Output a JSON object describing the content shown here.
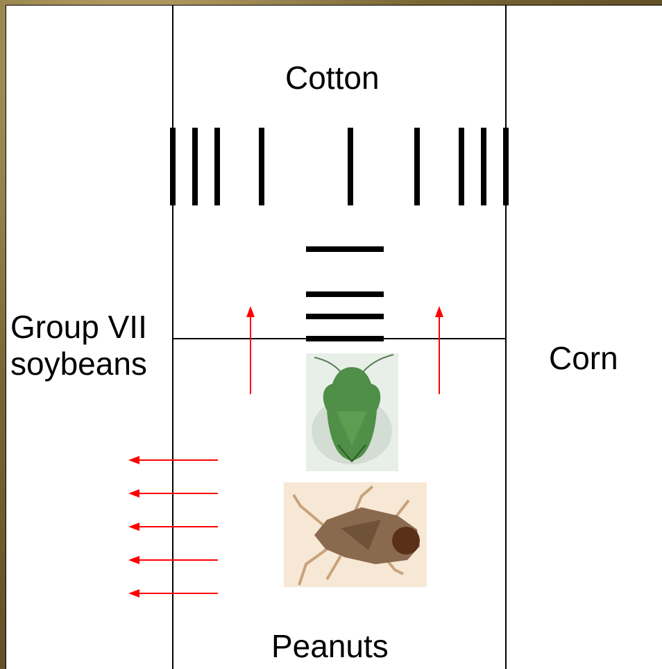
{
  "labels": {
    "top_field": "Cotton",
    "left_field_line1": "Group VII",
    "left_field_line2": "soybeans",
    "right_field": "Corn",
    "bottom_field": "Peanuts"
  },
  "icons": {
    "green_bug": "green-stink-bug-photo",
    "brown_bug": "brown-stink-bug-photo",
    "arrow": "red-arrow-icon"
  },
  "colors": {
    "arrow": "#ff0000",
    "lines": "#000000",
    "background": "#ffffff",
    "green_bug": "#4f8f47",
    "brown_bug": "#8a6a4e"
  }
}
